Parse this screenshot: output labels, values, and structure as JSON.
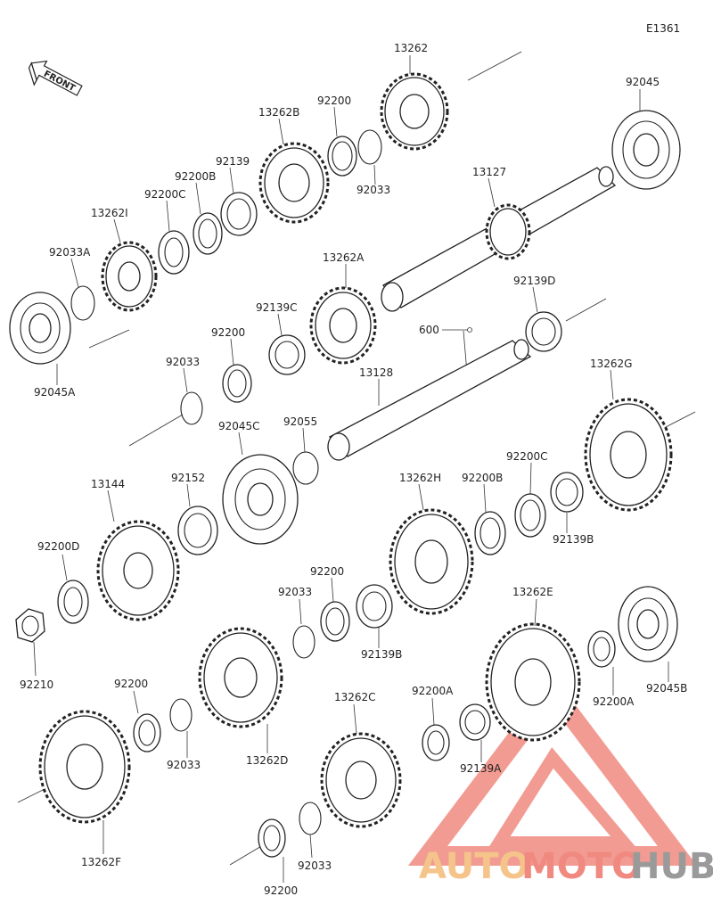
{
  "diagram_code": "E1361",
  "front_label": "FRONT",
  "parts": {
    "p13262": "13262",
    "p92045": "92045",
    "p92200_top": "92200",
    "p92033_top": "92033",
    "p13262B": "13262B",
    "p92139": "92139",
    "p92200B_top": "92200B",
    "p92200C_top": "92200C",
    "p13262I": "13262I",
    "p92033A": "92033A",
    "p92045A": "92045A",
    "p13127": "13127",
    "p13262A": "13262A",
    "p92139D": "92139D",
    "p92139C": "92139C",
    "p92200_mid": "92200",
    "p92033_mid": "92033",
    "p600": "600",
    "p13128": "13128",
    "p13262G": "13262G",
    "p92055": "92055",
    "p92045C": "92045C",
    "p13144": "13144",
    "p92152": "92152",
    "p13262H": "13262H",
    "p92200B_mid": "92200B",
    "p92200C_mid": "92200C",
    "p92139B_right": "92139B",
    "p92200D": "92200D",
    "p92210": "92210",
    "p92033_low": "92033",
    "p92200_low": "92200",
    "p92139B_low": "92139B",
    "p13262E": "13262E",
    "p92200A_right": "92200A",
    "p92045B": "92045B",
    "p92200_bl": "92200",
    "p92033_bl": "92033",
    "p13262D": "13262D",
    "p13262C": "13262C",
    "p92200A_low": "92200A",
    "p92139A": "92139A",
    "p13262F": "13262F",
    "p92033_bot": "92033",
    "p92200_bot": "92200"
  },
  "watermark": {
    "part1": "AUTO",
    "part2": "MOTO",
    "part3": "HUB",
    "colors": {
      "auto": "#f5c48a",
      "moto": "#f08a80",
      "hub": "#9a9a9a",
      "triangle": "#f08a80"
    }
  }
}
